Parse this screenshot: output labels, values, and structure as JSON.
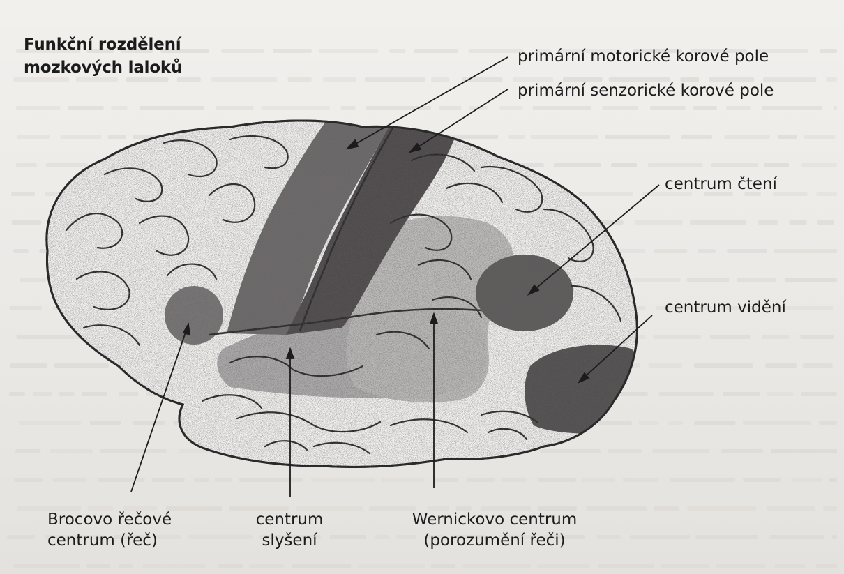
{
  "title": {
    "line1": "Funkční rozdělení",
    "line2": "mozkových laloků"
  },
  "labels": {
    "motor": "primární motorické korové pole",
    "senzor": "primární senzorické korové pole",
    "cteni": "centrum čtení",
    "videni": "centrum vidění",
    "broca_line1": "Brocovo řečové",
    "broca_line2": "centrum (řeč)",
    "slyseni_line1": "centrum",
    "slyseni_line2": "slyšení",
    "wernicke_line1": "Wernickovo centrum",
    "wernicke_line2": "(porozumění řeči)"
  },
  "colors": {
    "page": "#ecebe8",
    "brain": "#f4f3f1",
    "outline": "#2a2a2a",
    "motor_area": "#6e6a6b",
    "sensory_area": "#4f4a4c",
    "temporal_area": "#a9a6a6",
    "wernicke_area": "#bcb9b8",
    "broca_area": "#726e6f",
    "reading_area": "#5f5b5c",
    "visual_area": "#545051",
    "text": "#1c1c1c"
  }
}
